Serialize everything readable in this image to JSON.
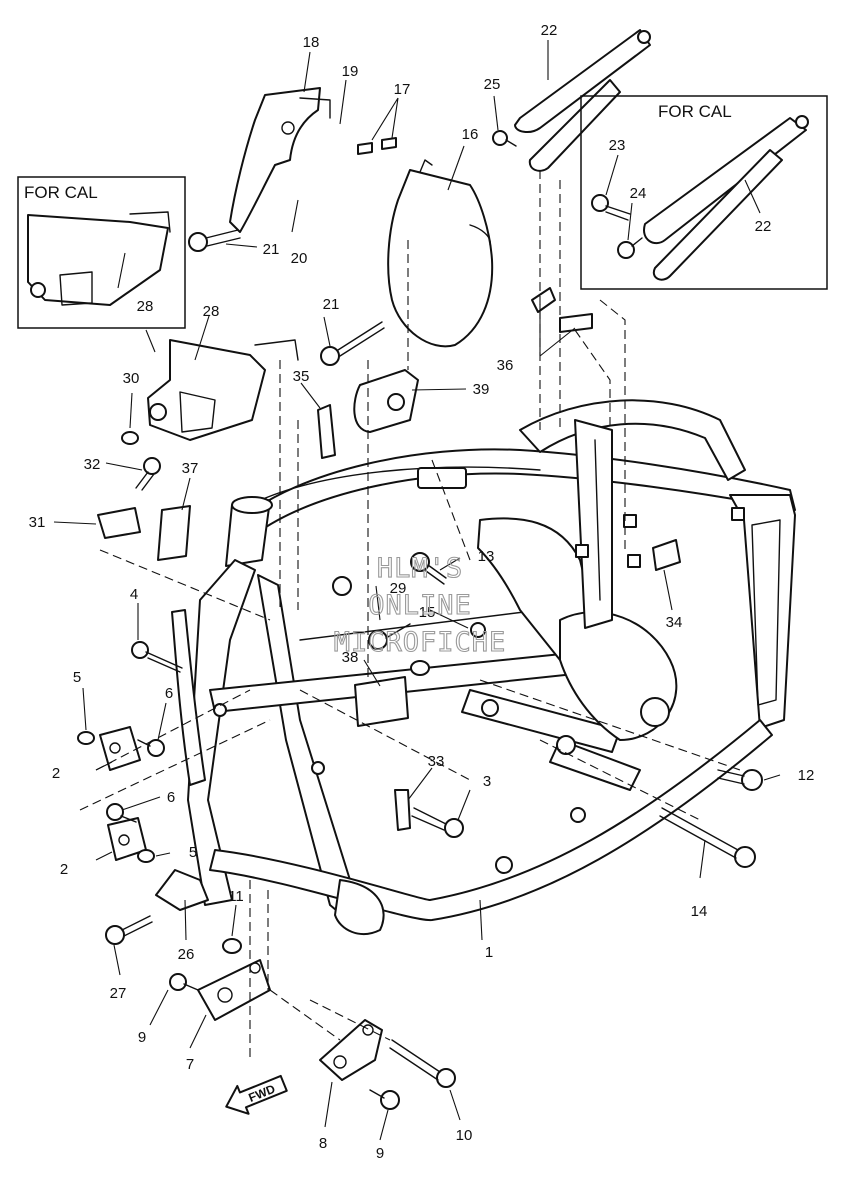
{
  "figure": {
    "callouts": [
      "1",
      "2",
      "2",
      "3",
      "4",
      "5",
      "5",
      "6",
      "6",
      "7",
      "8",
      "9",
      "9",
      "10",
      "11",
      "12",
      "13",
      "14",
      "15",
      "16",
      "17",
      "18",
      "19",
      "20",
      "21",
      "21",
      "22",
      "22",
      "23",
      "24",
      "25",
      "26",
      "27",
      "28",
      "28",
      "29",
      "30",
      "31",
      "32",
      "33",
      "34",
      "35",
      "36",
      "37",
      "38",
      "39"
    ],
    "inset_boxes": [
      {
        "label": "FOR CAL",
        "parts": [
          "28"
        ]
      },
      {
        "label": "FOR CAL",
        "parts": [
          "22",
          "23",
          "24"
        ]
      }
    ],
    "direction_arrow": "FWD",
    "watermark": [
      "HLM'S",
      "ONLINE",
      "MICROFICHE"
    ]
  }
}
